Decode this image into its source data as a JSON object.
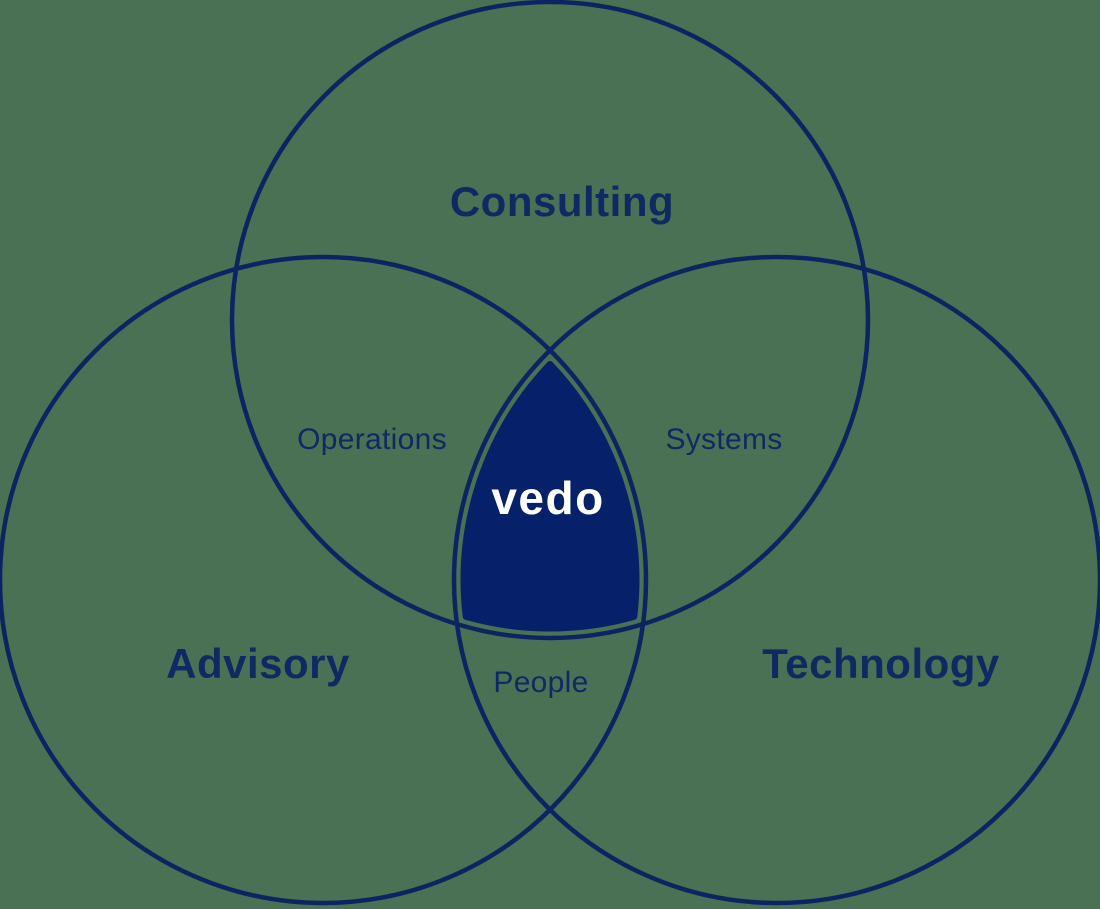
{
  "diagram": {
    "type": "venn",
    "background_color": "#4a7153",
    "stroke_color": "#0c2562",
    "center_fill_color": "#06216a",
    "brand_text_color": "#ffffff",
    "sets": [
      {
        "id": "consulting",
        "label": "Consulting"
      },
      {
        "id": "advisory",
        "label": "Advisory"
      },
      {
        "id": "technology",
        "label": "Technology"
      }
    ],
    "intersections": [
      {
        "between": [
          "consulting",
          "advisory"
        ],
        "label": "Operations"
      },
      {
        "between": [
          "consulting",
          "technology"
        ],
        "label": "Systems"
      },
      {
        "between": [
          "advisory",
          "technology"
        ],
        "label": "People"
      },
      {
        "between": [
          "consulting",
          "advisory",
          "technology"
        ],
        "label": "vedo"
      }
    ],
    "center_label": "vedo"
  }
}
